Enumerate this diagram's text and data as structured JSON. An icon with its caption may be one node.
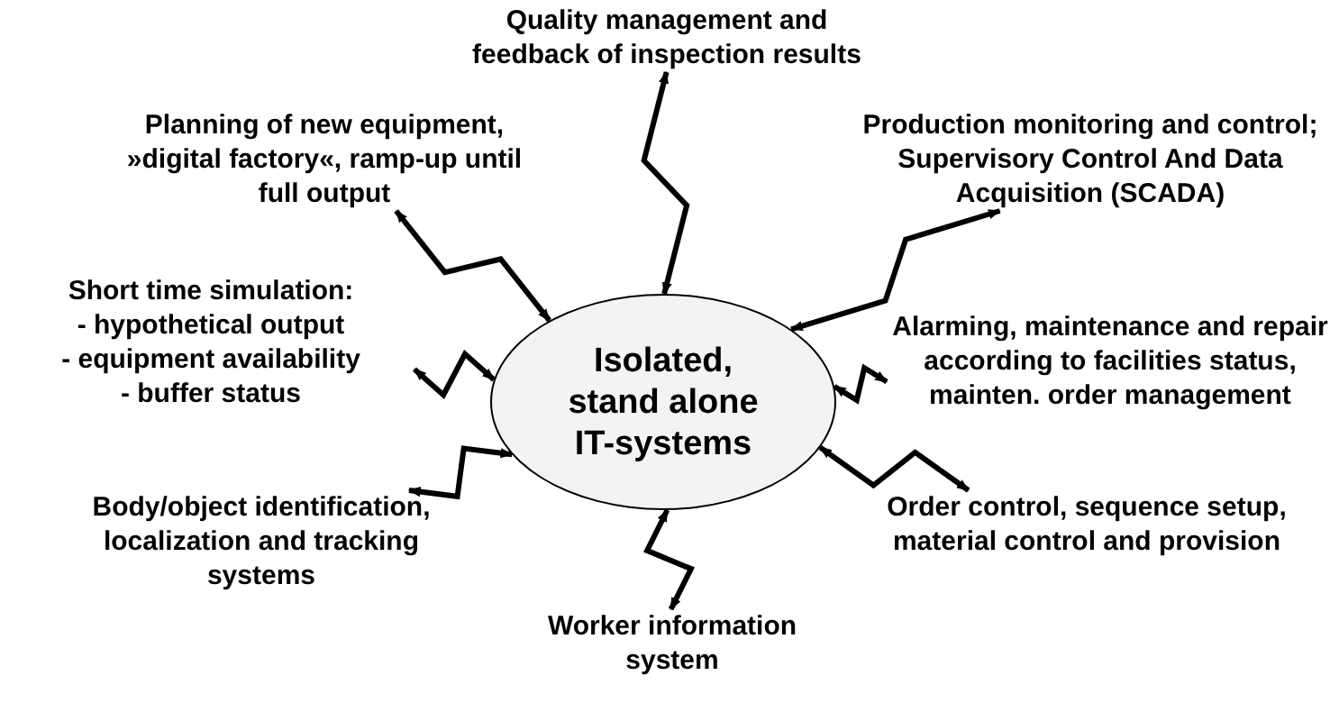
{
  "diagram": {
    "nodes": [
      {
        "text": [
          "Quality management and feedback of inspection results"
        ]
      },
      {
        "text": [
          "Planning of new equipment, »digital factory«, ramp-up until full output"
        ]
      },
      {
        "text": [
          "Production monitoring and control; Supervisory Control And Data Acquisition (SCADA)"
        ]
      },
      {
        "text": [
          "Short time simulation:",
          "- hypothetical output",
          "- equipment availability",
          "- buffer status"
        ]
      },
      {
        "text": [
          "Isolated, stand alone IT-systems"
        ]
      },
      {
        "text": [
          "Alarming, maintenance and repair according to facilities status, mainten. order management"
        ]
      },
      {
        "text": [
          "Body/object identification, localization and tracking systems"
        ]
      },
      {
        "text": [
          "Worker information system"
        ]
      },
      {
        "text": [
          "Order control, sequence setup, material control and provision"
        ]
      }
    ],
    "edges": [
      {
        "from": 4,
        "to": 0,
        "arrow": "both"
      },
      {
        "from": 4,
        "to": 1,
        "arrow": "both"
      },
      {
        "from": 4,
        "to": 2,
        "arrow": "both"
      },
      {
        "from": 4,
        "to": 3,
        "arrow": "both"
      },
      {
        "from": 4,
        "to": 5,
        "arrow": "both"
      },
      {
        "from": 4,
        "to": 6,
        "arrow": "both"
      },
      {
        "from": 4,
        "to": 7,
        "arrow": "both"
      },
      {
        "from": 4,
        "to": 8,
        "arrow": "both"
      }
    ]
  }
}
